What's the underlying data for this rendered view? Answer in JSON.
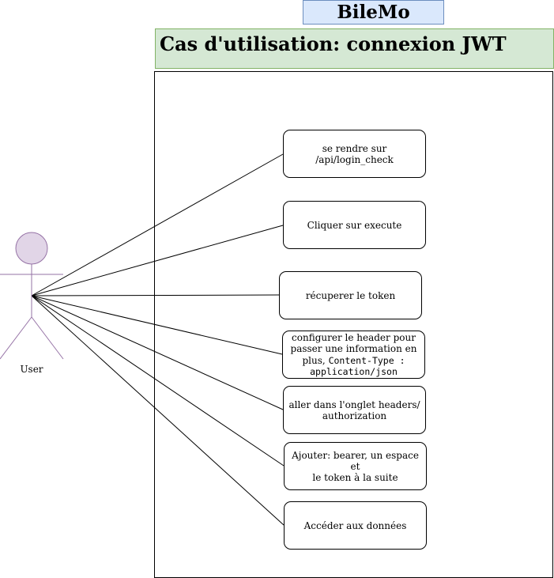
{
  "app_title": "BileMo",
  "diagram_title": "Cas d'utilisation: connexion JWT",
  "actor": {
    "label": "User"
  },
  "use_cases": [
    {
      "lines": [
        "se rendre sur",
        "/api/login_check"
      ]
    },
    {
      "lines": [
        "Cliquer sur execute"
      ]
    },
    {
      "lines": [
        "récuperer le token"
      ]
    },
    {
      "text": "configurer le header pour passer une information en plus,",
      "code": "Content-Type : application/json"
    },
    {
      "lines": [
        "aller dans l'onglet headers/",
        "authorization"
      ]
    },
    {
      "lines": [
        "Ajouter: bearer, un espace et",
        "le token à la suite"
      ]
    },
    {
      "lines": [
        "Accéder aux données"
      ]
    }
  ],
  "colors": {
    "app_title_fill": "#dae8fc",
    "app_title_border": "#6c8ebf",
    "diagram_title_fill": "#d5e8d4",
    "diagram_title_border": "#82b366",
    "actor_fill": "#e1d5e7",
    "actor_stroke": "#9673a6"
  }
}
